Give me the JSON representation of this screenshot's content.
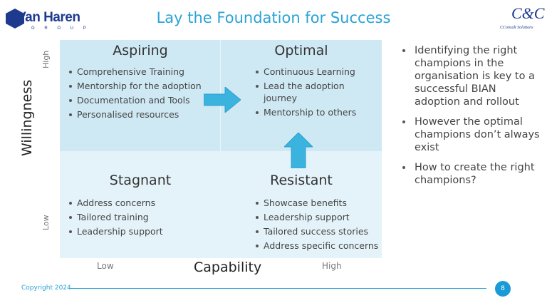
{
  "header": {
    "logo_left": {
      "name": "Van Haren",
      "sub": "G R O U P"
    },
    "title": "Lay the Foundation for Success",
    "logo_right": {
      "mark": "C&C",
      "text": "CConsult Solutions"
    }
  },
  "matrix": {
    "y_axis": {
      "label": "Willingness",
      "high": "High",
      "low": "Low"
    },
    "x_axis": {
      "label": "Capability",
      "low": "Low",
      "high": "High"
    },
    "quadrants": {
      "aspiring": {
        "title": "Aspiring",
        "items": [
          "Comprehensive Training",
          "Mentorship for the adoption",
          "Documentation and Tools",
          "Personalised resources"
        ]
      },
      "optimal": {
        "title": "Optimal",
        "items": [
          "Continuous Learning",
          "Lead the adoption journey",
          "Mentorship to others"
        ]
      },
      "stagnant": {
        "title": "Stagnant",
        "items": [
          "Address concerns",
          "Tailored training",
          "Leadership support"
        ]
      },
      "resistant": {
        "title": "Resistant",
        "items": [
          "Showcase benefits",
          "Leadership support",
          "Tailored success stories",
          "Address specific concerns"
        ]
      }
    }
  },
  "sidebar": {
    "bullets": [
      "Identifying the right champions in the organisation is key to a successful BIAN adoption and rollout",
      "However the optimal champions don’t always exist",
      "How to create the right champions?"
    ]
  },
  "footer": {
    "copyright": "Copyright 2024",
    "page_number": "8"
  },
  "colors": {
    "accent": "#29a3d6",
    "quadrant_top": "#cfe9f4",
    "quadrant_bottom": "#e4f3f9",
    "arrow": "#3bb3df"
  }
}
